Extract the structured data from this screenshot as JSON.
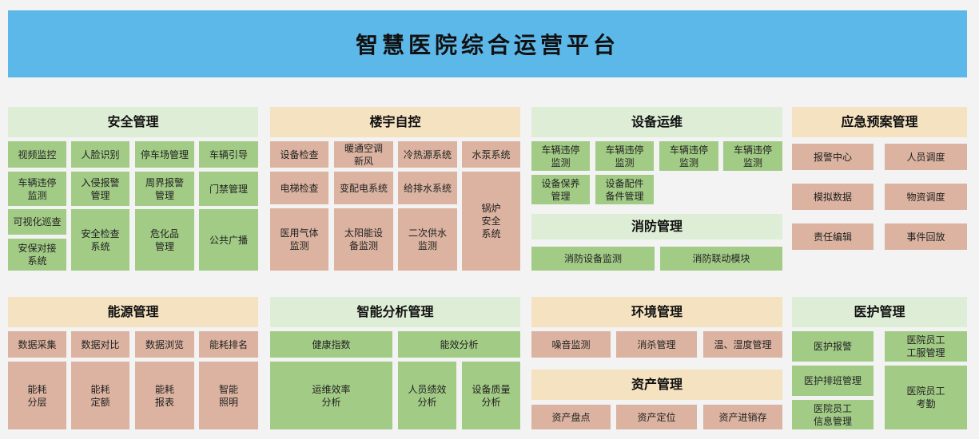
{
  "title": "智慧医院综合运营平台",
  "colors": {
    "title_bg": "#5db8ea",
    "page_bg": "#f3f3f3",
    "header_green": "#deedd6",
    "header_tan": "#f4e2c0",
    "item_green": "#a2cb86",
    "item_tan": "#dbb3a0"
  },
  "sections": [
    {
      "id": "safety",
      "header": "安全管理",
      "items": [
        "视频监控",
        "人脸识别",
        "停车场管理",
        "车辆引导",
        "车辆违停\n监测",
        "入侵报警\n管理",
        "周界报警\n管理",
        "门禁管理",
        "可视化巡查",
        "安全检查\n系统",
        "危化品\n管理",
        "公共广播",
        "安保对接\n系统"
      ]
    },
    {
      "id": "building",
      "header": "楼宇自控",
      "items": [
        "设备检查",
        "暖通空调\n新风",
        "冷热源系统",
        "水泵系统",
        "电梯检查",
        "变配电系统",
        "给排水系统",
        "锅炉\n安全\n系统",
        "医用气体\n监测",
        "太阳能设\n备监测",
        "二次供水\n监测"
      ]
    },
    {
      "id": "equipment",
      "header": "设备运维",
      "items": [
        "车辆违停\n监测",
        "车辆违停\n监测",
        "车辆违停\n监测",
        "车辆违停\n监测",
        "设备保养\n管理",
        "设备配件\n备件管理"
      ]
    },
    {
      "id": "fire",
      "header": "消防管理",
      "items": [
        "消防设备监测",
        "消防联动模块"
      ]
    },
    {
      "id": "emergency",
      "header": "应急预案管理",
      "items": [
        "报警中心",
        "人员调度",
        "模拟数据",
        "物资调度",
        "责任编辑",
        "事件回放"
      ]
    },
    {
      "id": "energy",
      "header": "能源管理",
      "items": [
        "数据采集",
        "数据对比",
        "数据浏览",
        "能耗排名",
        "能耗\n分层",
        "能耗\n定额",
        "能耗\n报表",
        "智能\n照明"
      ]
    },
    {
      "id": "analysis",
      "header": "智能分析管理",
      "items": [
        "健康指数",
        "能效分析",
        "运维效率\n分析",
        "人员绩效\n分析",
        "设备质量\n分析"
      ]
    },
    {
      "id": "environment",
      "header": "环境管理",
      "items": [
        "噪音监测",
        "消杀管理",
        "温、湿度管理"
      ]
    },
    {
      "id": "assets",
      "header": "资产管理",
      "items": [
        "资产盘点",
        "资产定位",
        "资产进销存"
      ]
    },
    {
      "id": "medical",
      "header": "医护管理",
      "items": [
        "医护报警",
        "医院员工\n工服管理",
        "医护排班管理",
        "医院员工\n考勤",
        "医院员工\n信息管理"
      ]
    }
  ]
}
